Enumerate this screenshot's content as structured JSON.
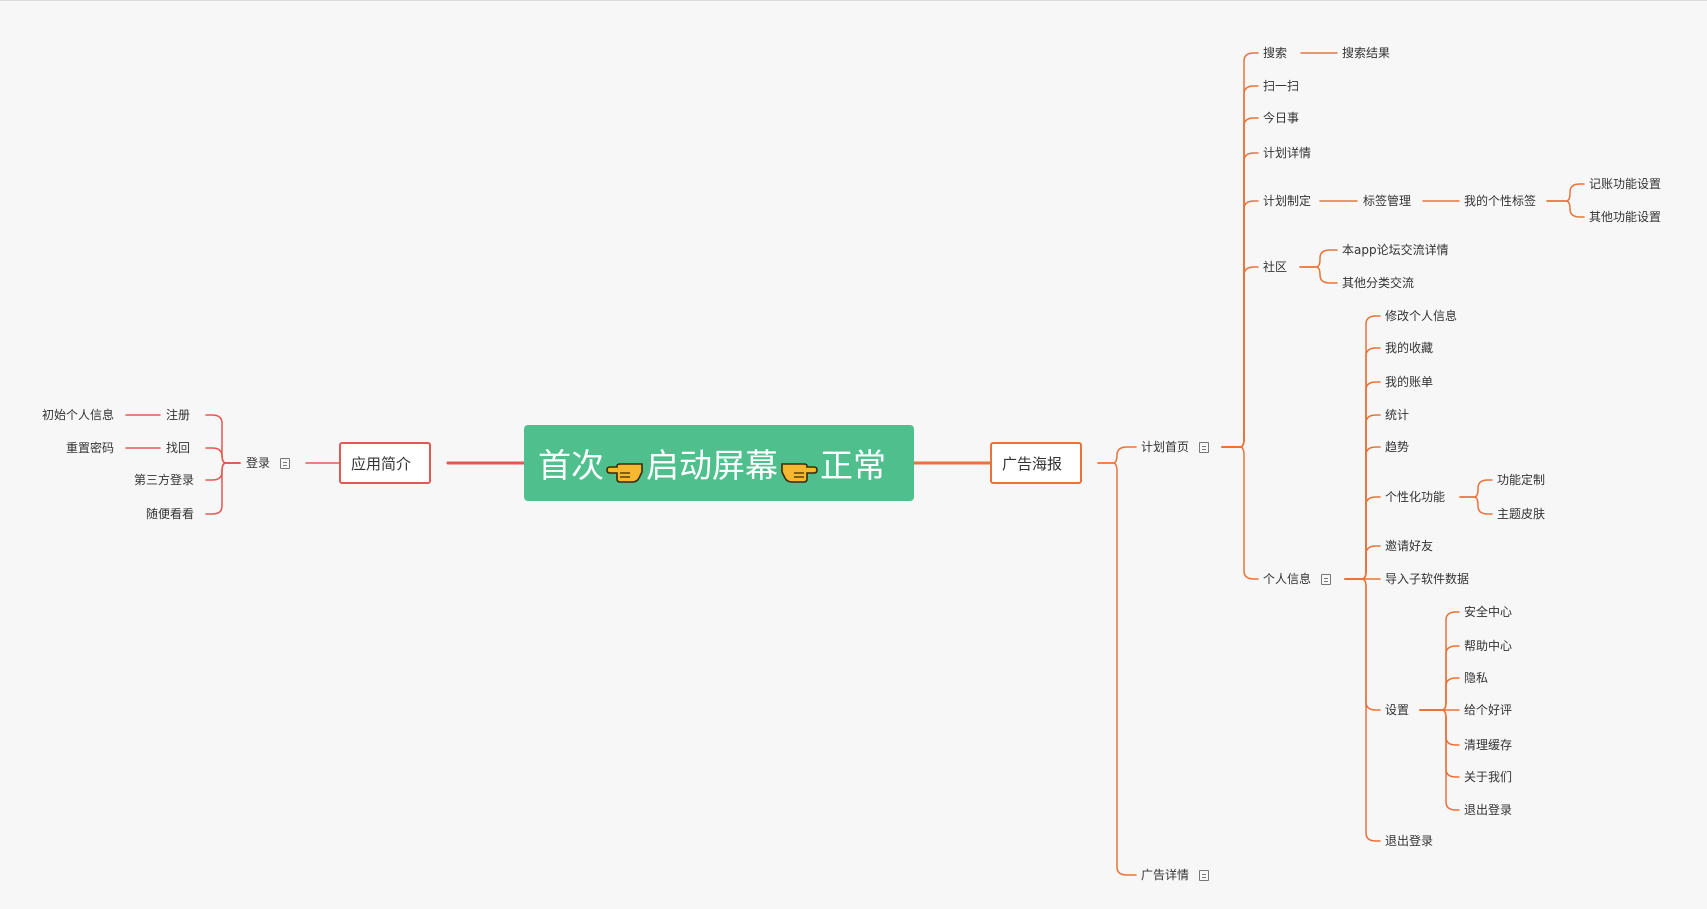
{
  "root": {
    "part1": "首次",
    "part2": "启动屏幕",
    "part3": "正常",
    "hand_left_icon": "hand-pointing-left-icon",
    "hand_right_icon": "hand-pointing-right-icon"
  },
  "colors": {
    "root_bg": "#4fc08d",
    "right_branch": "#e8743b",
    "left_branch": "#e05a52",
    "background": "#f7f7f7"
  },
  "left": {
    "app_intro": "应用简介",
    "login": "登录",
    "register": "注册",
    "init_profile": "初始个人信息",
    "retrieve": "找回",
    "reset_password": "重置密码",
    "third_party_login": "第三方登录",
    "browse": "随便看看"
  },
  "right": {
    "ad_poster": "广告海报",
    "plan_home": "计划首页",
    "ad_detail": "广告详情",
    "search": "搜索",
    "search_results": "搜索结果",
    "scan": "扫一扫",
    "today": "今日事",
    "plan_detail": "计划详情",
    "plan_making": "计划制定",
    "tag_manage": "标签管理",
    "my_tags": "我的个性标签",
    "bookkeeping_settings": "记账功能设置",
    "other_settings": "其他功能设置",
    "community": "社区",
    "forum_detail": "本app论坛交流详情",
    "other_exchange": "其他分类交流",
    "personal_info": "个人信息",
    "edit_profile": "修改个人信息",
    "favorites": "我的收藏",
    "bills": "我的账单",
    "statistics": "统计",
    "trends": "趋势",
    "personalization": "个性化功能",
    "feature_custom": "功能定制",
    "theme_skin": "主题皮肤",
    "invite": "邀请好友",
    "import_data": "导入子软件数据",
    "settings": "设置",
    "security": "安全中心",
    "help": "帮助中心",
    "privacy": "隐私",
    "rate": "给个好评",
    "clear_cache": "清理缓存",
    "about": "关于我们",
    "logout_settings": "退出登录",
    "logout": "退出登录"
  }
}
